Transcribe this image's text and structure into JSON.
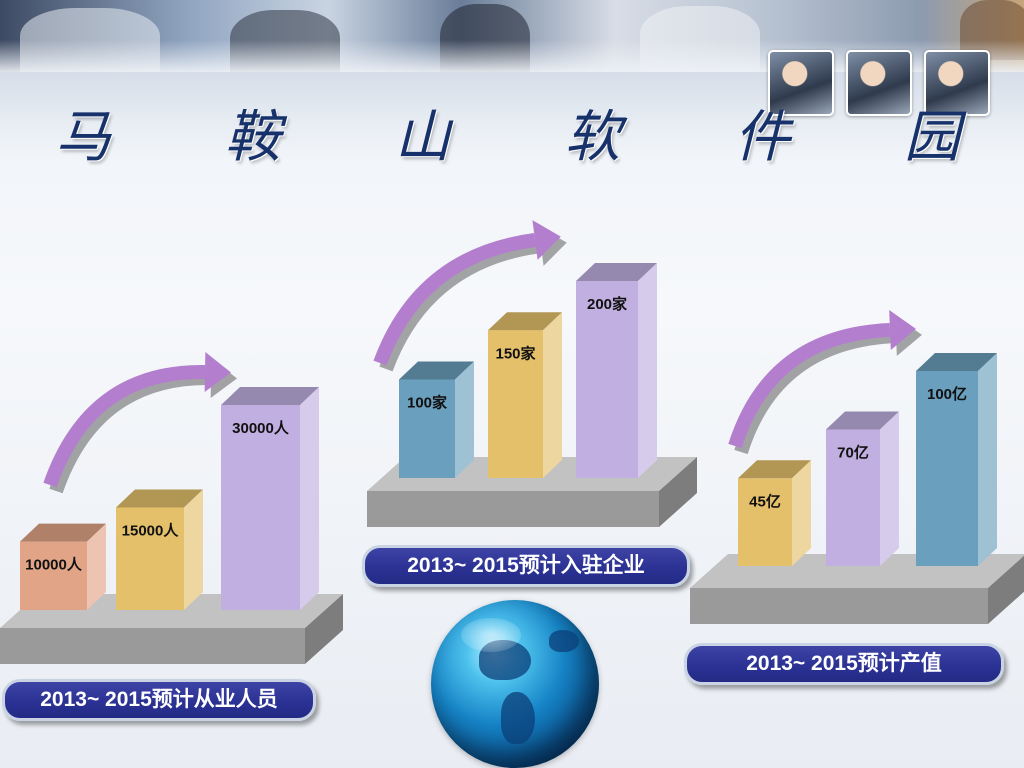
{
  "title": "马 鞍 山 软 件 园",
  "colors": {
    "navy_title": "#17316b",
    "pill_blue": "#2b3294",
    "arrow_purple": "#b47ecf"
  },
  "icons": [
    "photo-thumb-icon",
    "globe-icon",
    "trend-arrow-icon"
  ],
  "chart_data": [
    {
      "type": "bar",
      "title": "2013~ 2015预计从业人员",
      "categories": [
        "",
        "",
        ""
      ],
      "values": [
        10000,
        15000,
        30000
      ],
      "value_labels": [
        "10000人",
        "15000人",
        "30000人"
      ],
      "colors": [
        "#e2a487",
        "#e4c06b",
        "#c0afe0"
      ]
    },
    {
      "type": "bar",
      "title": "2013~ 2015预计入驻企业",
      "categories": [
        "",
        "",
        ""
      ],
      "values": [
        100,
        150,
        200
      ],
      "value_labels": [
        "100家",
        "150家",
        "200家"
      ],
      "colors": [
        "#6a9fbd",
        "#e4c06b",
        "#c0afe0"
      ]
    },
    {
      "type": "bar",
      "title": "2013~ 2015预计产值",
      "categories": [
        "",
        "",
        ""
      ],
      "values": [
        45,
        70,
        100
      ],
      "value_labels": [
        "45亿",
        "70亿",
        "100亿"
      ],
      "colors": [
        "#e4c06b",
        "#c0afe0",
        "#6a9fbd"
      ]
    }
  ]
}
